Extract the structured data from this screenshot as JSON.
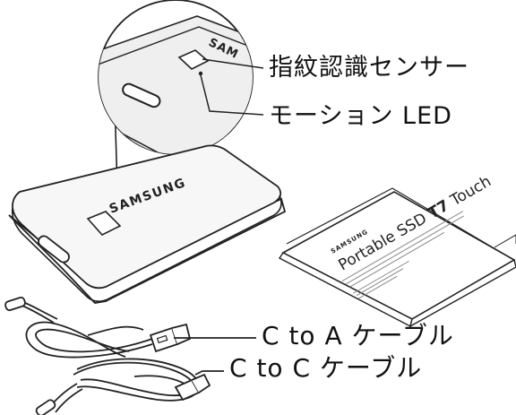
{
  "callouts": {
    "fingerprint_sensor": "指紋認識センサー",
    "motion_led": "モーション LED",
    "cable_c_to_a": "C to A ケーブル",
    "cable_c_to_c": "C to C ケーブル"
  },
  "device": {
    "brand": "SAMSUNG",
    "zoom_brand_fragment": "SAM"
  },
  "manual": {
    "brand": "SAMSUNG",
    "title_light": "Portable SSD ",
    "title_bold": "T7",
    "title_tail": " Touch"
  }
}
